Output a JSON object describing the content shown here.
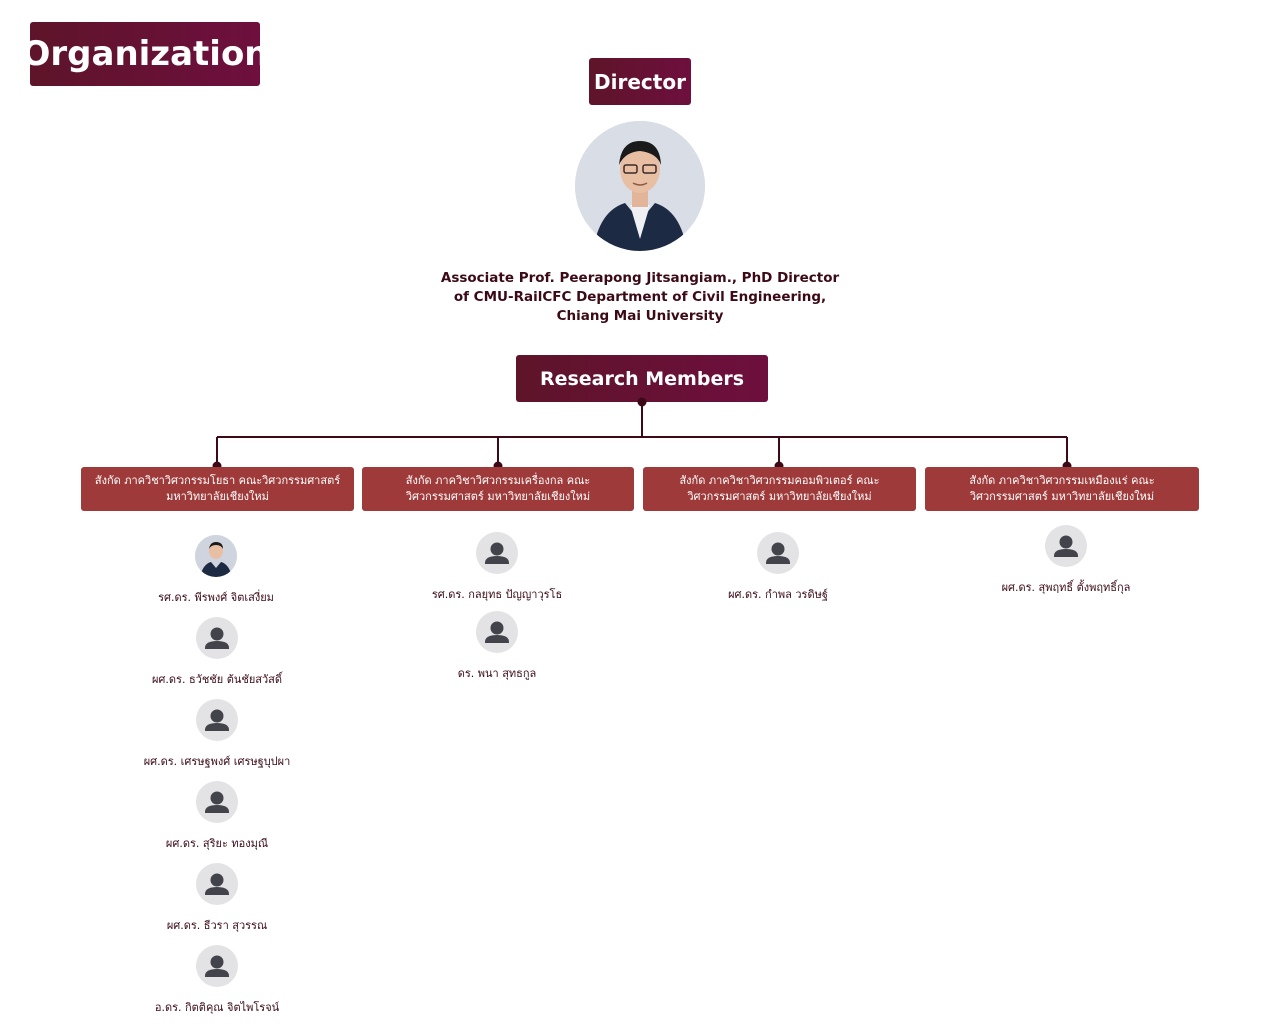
{
  "header": {
    "title": "Organization"
  },
  "director": {
    "label": "Director",
    "caption": "Associate Prof. Peerapong Jitsangiam., PhD Director of CMU-RailCFC Department of Civil Engineering, Chiang Mai University"
  },
  "research": {
    "label": "Research Members"
  },
  "departments": [
    {
      "label": "สังกัด ภาควิชาวิศวกรรมโยธา  คณะวิศวกรรมศาสตร์ มหาวิทยาลัยเชียงใหม่",
      "members": [
        {
          "name": "รศ.ดร. พีรพงศ์ จิตเสงี่ยม",
          "icon": "user-photo"
        },
        {
          "name": "ผศ.ดร. ธวัชชัย ต้นชัยสวัสดิ์",
          "icon": "person-icon"
        },
        {
          "name": "ผศ.ดร. เศรษฐพงศ์ เศรษฐบุปผา",
          "icon": "person-icon"
        },
        {
          "name": "ผศ.ดร. สุริยะ ทองมุณี",
          "icon": "person-icon"
        },
        {
          "name": "ผศ.ดร. ธีวรา สุวรรณ",
          "icon": "person-icon"
        },
        {
          "name": "อ.ดร. กิตติคุณ จิตไพโรจน์",
          "icon": "person-icon"
        }
      ]
    },
    {
      "label": "สังกัด ภาควิชาวิศวกรรมเครื่องกล คณะวิศวกรรมศาสตร์ มหาวิทยาลัยเชียงใหม่",
      "members": [
        {
          "name": "รศ.ดร. กลยุทธ ปัญญาวุรโธ",
          "icon": "person-icon"
        },
        {
          "name": "ดร.  พนา สุทธกูล",
          "icon": "person-icon"
        }
      ]
    },
    {
      "label": "สังกัด ภาควิชาวิศวกรรมคอมพิวเตอร์ คณะวิศวกรรมศาสตร์ มหาวิทยาลัยเชียงใหม่",
      "members": [
        {
          "name": "ผศ.ดร. กำพล วรดิษฐ์",
          "icon": "person-icon"
        }
      ]
    },
    {
      "label": "สังกัด ภาควิชาวิศวกรรมเหมืองแร่ คณะวิศวกรรมศาสตร์ มหาวิทยาลัยเชียงใหม่",
      "members": [
        {
          "name": "ผศ.ดร. สุพฤทธิ์ ตั้งพฤทธิ์กุล",
          "icon": "person-icon"
        }
      ]
    }
  ],
  "colors": {
    "header_gradient_start": "#5e1429",
    "header_gradient_end": "#6e0f3e",
    "department_box": "#9e3a3a",
    "connector_line": "#3b0a16",
    "text": "#3b0a16"
  }
}
